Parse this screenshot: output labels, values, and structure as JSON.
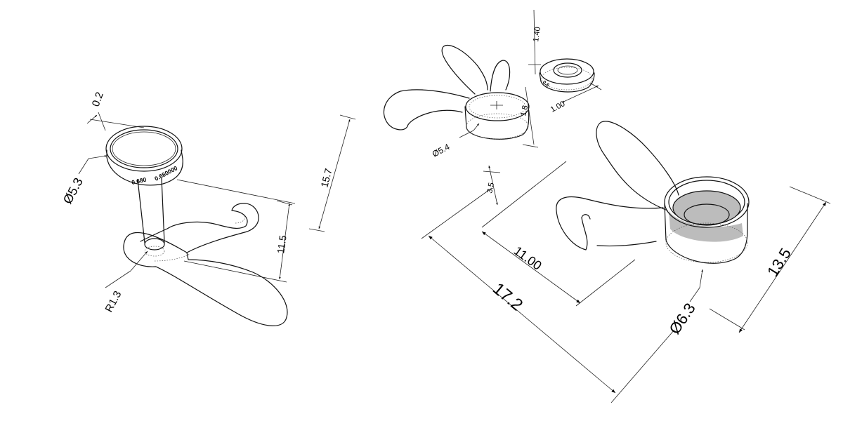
{
  "dimensions": {
    "ring1_wall": "0.2",
    "ring1_diameter": "Ø5.3",
    "ring1_total_height": "15.7",
    "ring1_stem_height": "11.5",
    "ring1_stem_radius": "R1.3",
    "ring2_diameter": "Ø5.4",
    "ring2_height": "1.8",
    "ring2_base": "3.5",
    "bead_height": "1.40",
    "bead_width": "1.00",
    "ring3_inner_length": "11.00",
    "ring3_total_length": "17.2",
    "ring3_diameter": "Ø6.3",
    "ring3_height": "13.5"
  },
  "engravings": {
    "ring1_a": "0.680",
    "ring1_b": "0.680000",
    "bead": "0.6"
  }
}
